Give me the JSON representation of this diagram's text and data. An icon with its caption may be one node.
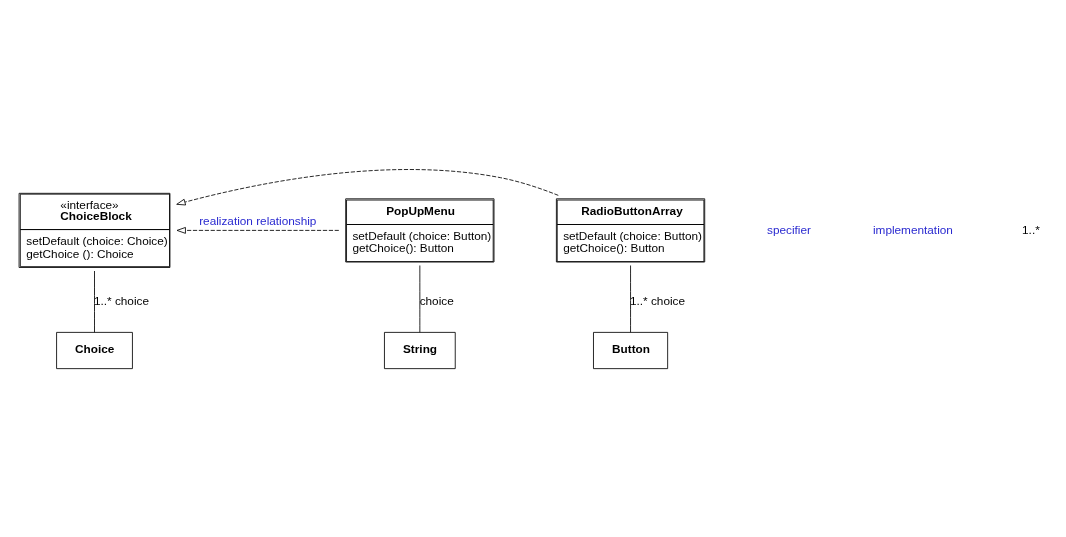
{
  "diagram": {
    "nodes": [
      {
        "text": [
          "«interface»",
          "ChoiceBlock",
          "setDefault (choice: Choice)",
          "getChoice (): Choice"
        ]
      },
      {
        "text": [
          "PopUpMenu",
          "setDefault (choice: Button)",
          "getChoice(): Button"
        ]
      },
      {
        "text": [
          "RadioButtonArray",
          "setDefault (choice: Button)",
          "getChoice(): Button"
        ]
      },
      {
        "text": [
          "Choice"
        ]
      },
      {
        "text": [
          "Button"
        ]
      },
      {
        "text": [
          "String"
        ]
      }
    ],
    "edges": [
      {
        "from": 1,
        "to": 0,
        "arrow": "to",
        "style": "dashed",
        "label": "realization relationship"
      },
      {
        "from": 2,
        "to": 0,
        "arrow": "to",
        "style": "dashed"
      },
      {
        "from": 0,
        "to": 3,
        "arrow": "none",
        "label": "1..* choice"
      },
      {
        "from": 2,
        "to": 4,
        "arrow": "none",
        "label": "1..* choice"
      },
      {
        "from": 1,
        "to": 5,
        "arrow": "none",
        "label": "choice"
      }
    ],
    "labels": [
      "specifier",
      "implementation",
      "1..*"
    ]
  }
}
